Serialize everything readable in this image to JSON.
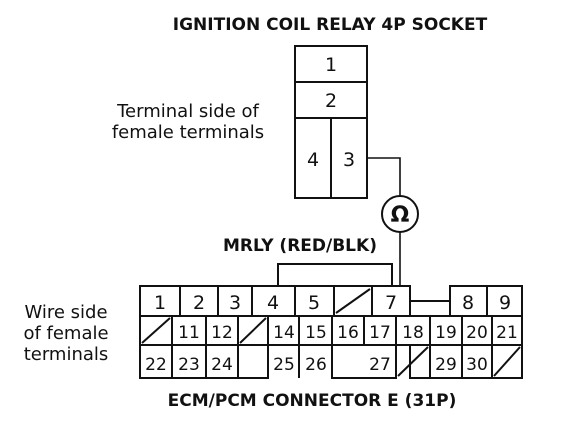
{
  "relay_socket": {
    "title": "IGNITION COIL RELAY 4P SOCKET",
    "side_label": [
      "Terminal side of",
      "female terminals"
    ],
    "terminals": [
      "1",
      "2",
      "4",
      "3"
    ]
  },
  "meter": {
    "symbol": "Ω"
  },
  "wire": {
    "label": "MRLY (RED/BLK)"
  },
  "connector": {
    "title": "ECM/PCM CONNECTOR E (31P)",
    "side_label": [
      "Wire side",
      "of female",
      "terminals"
    ],
    "row1": [
      "1",
      "2",
      "3",
      "4",
      "5",
      "",
      "7",
      "",
      "8",
      "9"
    ],
    "row2": [
      "",
      "11",
      "12",
      "",
      "14",
      "15",
      "16",
      "17",
      "18",
      "19",
      "20",
      "21"
    ],
    "row3": [
      "22",
      "23",
      "24",
      "25",
      "26",
      "27",
      "",
      "29",
      "30",
      ""
    ]
  }
}
